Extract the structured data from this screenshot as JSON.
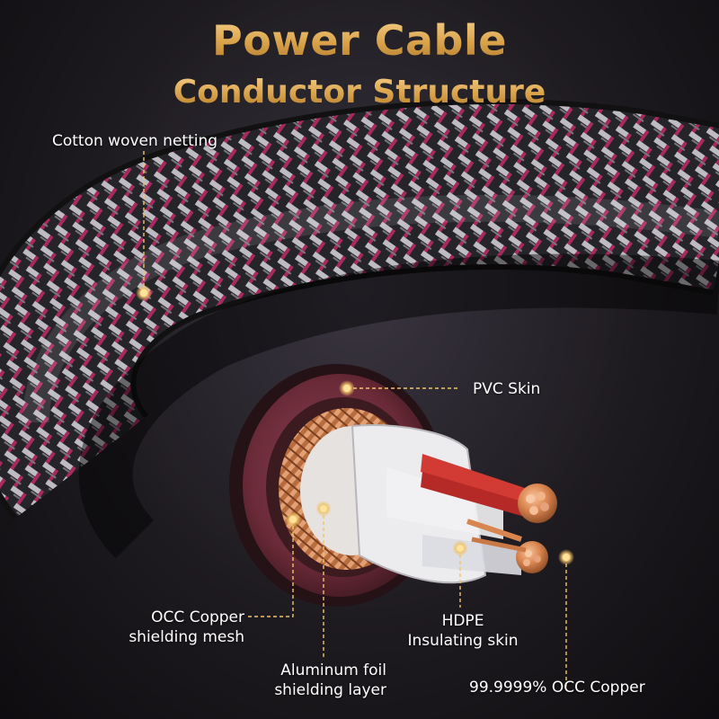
{
  "title": "Power Cable",
  "subtitle": "Conductor Structure",
  "labels": {
    "cotton": "Cotton woven netting",
    "pvc": "PVC Skin",
    "occ_mesh_1": "OCC Copper",
    "occ_mesh_2": "shielding mesh",
    "aluminum_1": "Aluminum foil",
    "aluminum_2": "shielding layer",
    "hdpe_1": "HDPE",
    "hdpe_2": "Insulating skin",
    "occ_copper": "99.9999% OCC Copper"
  },
  "colors": {
    "accent_gold": "#f1c36b",
    "braid_magenta": "#c0306e",
    "braid_white": "#d8d6dc",
    "braid_dark": "#2a2a2e",
    "pvc_jacket": "#6e2f3c",
    "copper": "#d98a55"
  }
}
